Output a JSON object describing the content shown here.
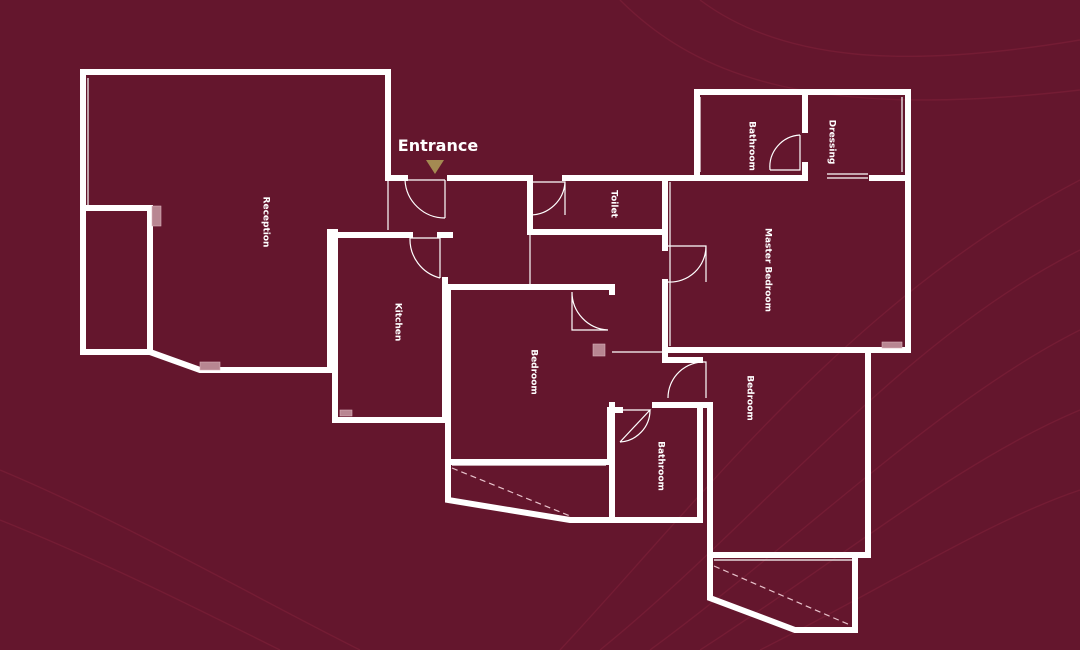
{
  "entrance": {
    "label": "Entrance",
    "marker_color": "#a48a52"
  },
  "rooms": {
    "reception": "Reception",
    "kitchen": "Kitchen",
    "toilet": "Toilet",
    "bathroom_top": "Bathroom",
    "dressing": "Dressing",
    "master_bedroom": "Master Bedroom",
    "bedroom_center": "Bedroom",
    "bedroom_right": "Bedroom",
    "bathroom_center": "Bathroom"
  },
  "colors": {
    "background": "#64162d",
    "walls": "#ffffff",
    "swirl": "#7a2038"
  }
}
